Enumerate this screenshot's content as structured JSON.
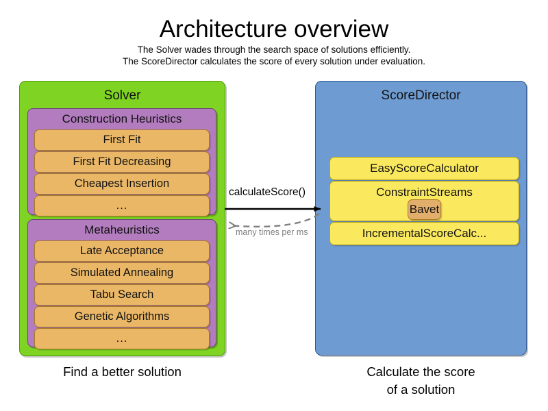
{
  "header": {
    "title": "Architecture overview",
    "subtitle_lines": [
      "The Solver wades through the search space of solutions efficiently.",
      "The ScoreDirector calculates the score of every solution under evaluation."
    ]
  },
  "colors": {
    "solver_panel": "#7FD322",
    "solver_panel_border": "#4f9a0f",
    "scoredirector_panel": "#6E9BD1",
    "scoredirector_panel_border": "#2f5a96",
    "group_box": "#B27CBF",
    "item_box": "#EAB767",
    "score_box": "#FAE95E",
    "nested_box": "#E2AE6B",
    "arrow_solid": "#000000",
    "arrow_dashed": "#808080"
  },
  "solver": {
    "title": "Solver",
    "caption": "Find a better solution",
    "groups": [
      {
        "name": "construction-heuristics",
        "title": "Construction Heuristics",
        "items": [
          "First Fit",
          "First Fit Decreasing",
          "Cheapest Insertion",
          "..."
        ]
      },
      {
        "name": "metaheuristics",
        "title": "Metaheuristics",
        "items": [
          "Late Acceptance",
          "Simulated Annealing",
          "Tabu Search",
          "Genetic Algorithms",
          "..."
        ]
      }
    ]
  },
  "score_director": {
    "title": "ScoreDirector",
    "caption_lines": [
      "Calculate the score",
      "of a solution"
    ],
    "calculators": [
      {
        "label": "EasyScoreCalculator",
        "nested": null
      },
      {
        "label": "ConstraintStreams",
        "nested": "Bavet"
      },
      {
        "label": "IncrementalScoreCalc...",
        "nested": null
      }
    ]
  },
  "arrows": {
    "request": {
      "label": "calculateScore()",
      "direction": "right",
      "style": "solid"
    },
    "response": {
      "label": "many times per ms",
      "direction": "left",
      "style": "dashed"
    }
  }
}
